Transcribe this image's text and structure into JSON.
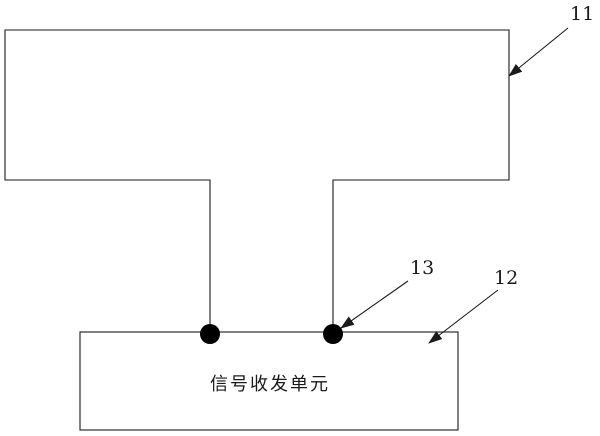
{
  "labels": {
    "ref_11": "11",
    "ref_12": "12",
    "ref_13": "13"
  },
  "unit_box": {
    "text": "信号收发单元"
  },
  "colors": {
    "line": "#1a1a1a",
    "dot": "#000000",
    "background": "#ffffff"
  }
}
